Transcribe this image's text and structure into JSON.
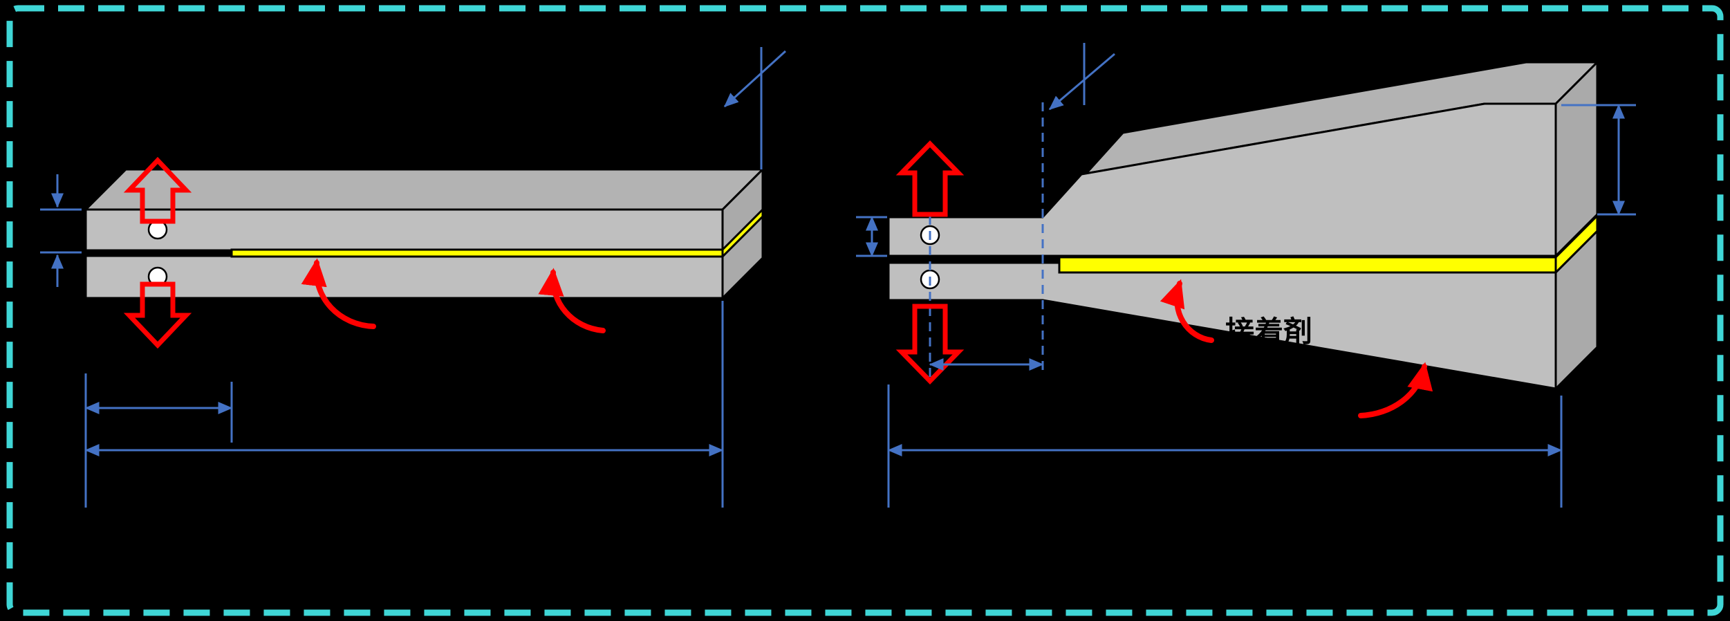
{
  "figure": {
    "kind": "specimen-diagram",
    "labels": {
      "adhesive": "接着剤"
    },
    "icons": {
      "load_arrow_up": "hollow-arrow-up",
      "load_arrow_down": "hollow-arrow-down",
      "adhesive_pointer": "curved-red-arrow",
      "substrate_pointer": "curved-red-arrow"
    },
    "colors": {
      "background": "#000000",
      "frame": "#3FD6D6",
      "specimen_front": "#BFBFBF",
      "specimen_top": "#B3B3B3",
      "specimen_side": "#AAAAAA",
      "adhesive": "#FFFF00",
      "dimension": "#4472C4",
      "force": "#FF0000",
      "outline": "#000000",
      "hole": "#FFFFFF"
    }
  }
}
